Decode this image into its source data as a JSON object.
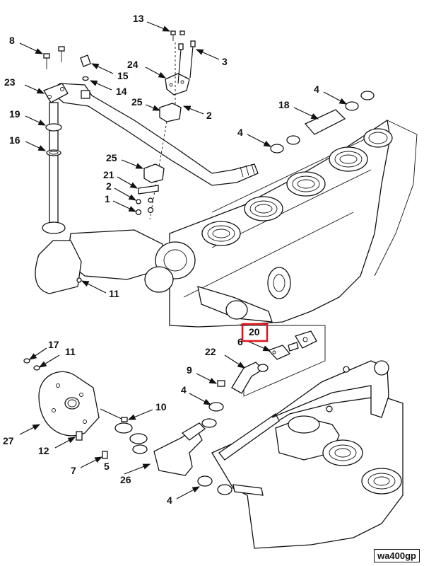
{
  "figure_id": "wa400gp",
  "highlight_color": "#e0141e",
  "callouts": {
    "c13": "13",
    "c8": "8",
    "c3": "3",
    "c15": "15",
    "c24": "24",
    "c23": "23",
    "c14": "14",
    "c4a": "4",
    "c25a": "25",
    "c2a": "2",
    "c18": "18",
    "c19": "19",
    "c4b": "4",
    "c16": "16",
    "c25b": "25",
    "c21": "21",
    "c2b": "2",
    "c1": "1",
    "c11a": "11",
    "c20": "20",
    "c6": "6",
    "c17": "17",
    "c11b": "11",
    "c22": "22",
    "c9": "9",
    "c4c": "4",
    "c10": "10",
    "c27": "27",
    "c12": "12",
    "c7": "7",
    "c5": "5",
    "c26": "26",
    "c4d": "4"
  }
}
